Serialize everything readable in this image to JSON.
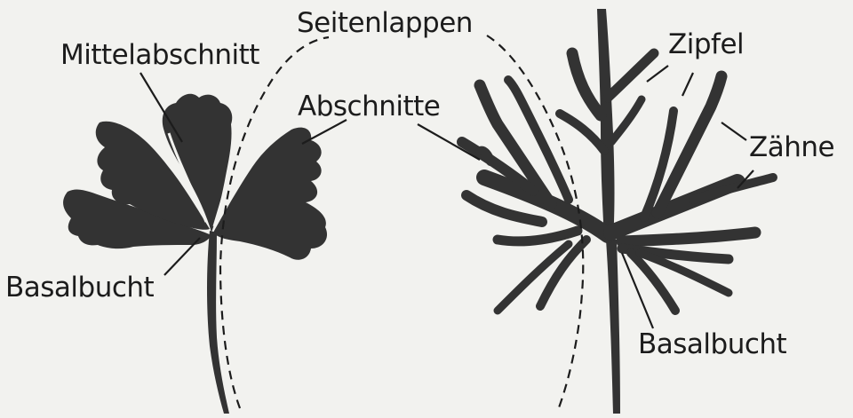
{
  "colors": {
    "paper": "#f2f2ef",
    "ink": "#333333",
    "text": "#1c1c1c"
  },
  "labels": {
    "mittelabschnitt": "Mittelabschnitt",
    "seitenlappen": "Seitenlappen",
    "abschnitte": "Abschnitte",
    "basalbucht_left": "Basalbucht",
    "zipfel": "Zipfel",
    "zaehne": "Zähne",
    "basalbucht_right": "Basalbucht"
  }
}
